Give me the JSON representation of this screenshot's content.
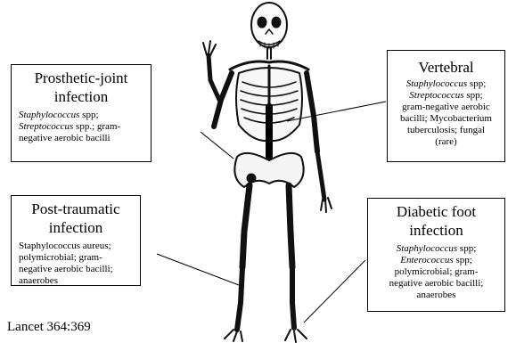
{
  "boxes": {
    "prosthetic": {
      "title_line1": "Prosthetic-joint",
      "title_line2": "infection",
      "organisms": [
        {
          "text": "Staphylococcus",
          "italic": true
        },
        {
          "text": " spp;",
          "italic": false
        },
        {
          "br": true
        },
        {
          "text": "Streptococcus",
          "italic": true
        },
        {
          "text": " spp.; gram-",
          "italic": false
        },
        {
          "br": true
        },
        {
          "text": "negative aerobic bacilli",
          "italic": false
        }
      ]
    },
    "vertebral": {
      "title_line1": "Vertebral",
      "organisms": [
        {
          "text": "Staphylococcus",
          "italic": true
        },
        {
          "text": " spp;",
          "italic": false
        },
        {
          "br": true
        },
        {
          "text": "Streptococcus",
          "italic": true
        },
        {
          "text": " spp;",
          "italic": false
        },
        {
          "br": true
        },
        {
          "text": "gram-negative aerobic",
          "italic": false
        },
        {
          "br": true
        },
        {
          "text": "bacilli; Mycobacterium",
          "italic": false
        },
        {
          "br": true
        },
        {
          "text": "tuberculosis; fungal",
          "italic": false
        },
        {
          "br": true
        },
        {
          "text": "(rare)",
          "italic": false
        }
      ]
    },
    "posttraumatic": {
      "title_line1": "Post-traumatic",
      "title_line2": "infection",
      "organisms": [
        {
          "text": "Staphylococcus aureus;",
          "italic": false
        },
        {
          "br": true
        },
        {
          "text": "polymicrobial; gram-",
          "italic": false
        },
        {
          "br": true
        },
        {
          "text": "negative aerobic bacilli;",
          "italic": false
        },
        {
          "br": true
        },
        {
          "text": "anaerobes",
          "italic": false
        }
      ]
    },
    "diabetic": {
      "title_line1": "Diabetic foot",
      "title_line2": "infection",
      "organisms": [
        {
          "text": "Staphylococcus",
          "italic": true
        },
        {
          "text": " spp;",
          "italic": false
        },
        {
          "br": true
        },
        {
          "text": "Enterococcus",
          "italic": true
        },
        {
          "text": " spp;",
          "italic": false
        },
        {
          "br": true
        },
        {
          "text": "polymicrobial; gram-",
          "italic": false
        },
        {
          "br": true
        },
        {
          "text": "negative aerobic bacilli;",
          "italic": false
        },
        {
          "br": true
        },
        {
          "text": "anaerobes",
          "italic": false
        }
      ]
    }
  },
  "citation": "Lancet 364:369"
}
